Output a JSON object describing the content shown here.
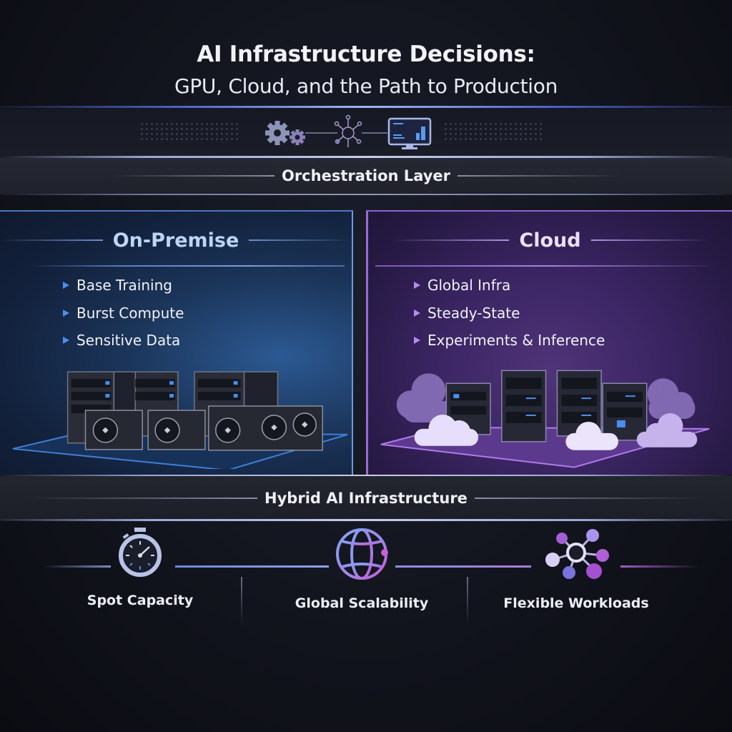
{
  "header": {
    "title": "AI Infrastructure Decisions:",
    "subtitle": "GPU, Cloud, and the Path to Production"
  },
  "orchestration": {
    "icons": [
      "gears-icon",
      "network-hub-icon",
      "monitor-chart-icon"
    ],
    "label": "Orchestration Layer"
  },
  "panels": {
    "onprem": {
      "title": "On-Premise",
      "accent": "#4a8ef0",
      "items": [
        "Base Training",
        "Burst Compute",
        "Sensitive Data"
      ],
      "illustration": "gpu-server-rack-illustration"
    },
    "cloud": {
      "title": "Cloud",
      "accent": "#b58cf2",
      "items": [
        "Global Infra",
        "Steady-State",
        "Experiments & Inference"
      ],
      "illustration": "cloud-server-illustration"
    }
  },
  "hybrid": {
    "label": "Hybrid AI Infrastructure",
    "features": [
      {
        "icon": "stopwatch-icon",
        "label": "Spot Capacity"
      },
      {
        "icon": "globe-icon",
        "label": "Global Scalability"
      },
      {
        "icon": "network-nodes-icon",
        "label": "Flexible Workloads"
      }
    ]
  },
  "colors": {
    "background": "#12141d",
    "onprem_blue": "#2c5a93",
    "cloud_purple": "#503479",
    "text": "#eef0f6"
  }
}
